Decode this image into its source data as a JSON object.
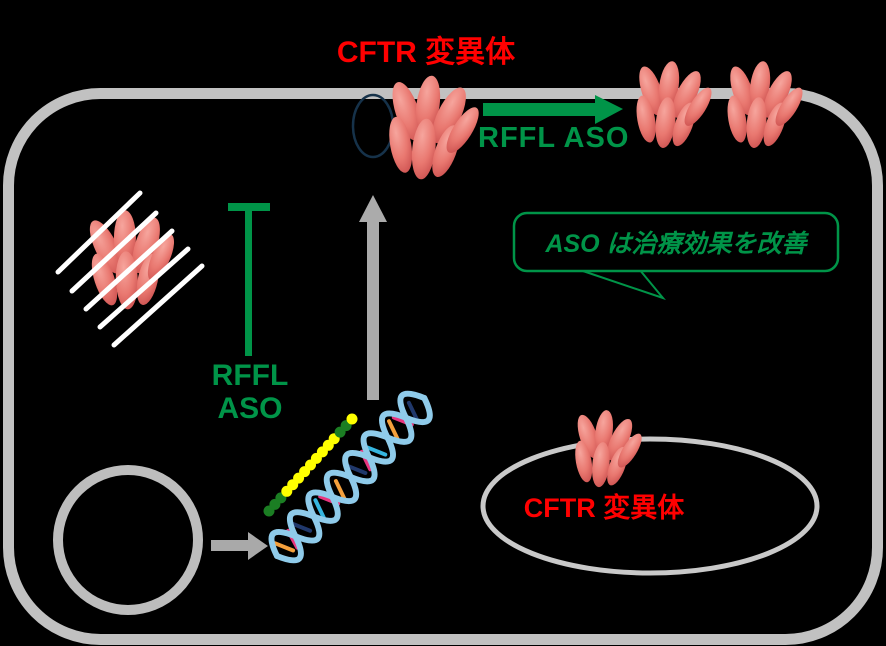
{
  "figure": {
    "description_visible_texts_only": true,
    "title_top": "CFTR 変異体",
    "membrane_arrow_label": "RFFL ASO",
    "inhibitor_label_line1": "RFFL",
    "inhibitor_label_line2": "ASO",
    "bubble_text": "ASO は治療効果を改善",
    "endosome_label": "CFTR 変異体"
  },
  "colors": {
    "background": "#000000",
    "membrane_gray": "#C1C1C1",
    "arrow_gray": "#ABABAB",
    "accent_green": "#009448",
    "text_red": "#FF0000",
    "protein_pink": "#E97870",
    "protein_dark": "#C74A4A",
    "navy_outline": "#16324A",
    "dot_yellow": "#FFFF00",
    "dot_green": "#1B7E23",
    "helix_blue": "#8FCBEA",
    "stripe_white": "#FFFFFF"
  },
  "icons": {
    "cell_membrane": "rounded-rectangle-outline",
    "nucleus": "circle-outline",
    "endosome": "ellipse-outline",
    "inhibition": "t-bar",
    "mrna": "double-helix",
    "aso": "dot-chain"
  }
}
